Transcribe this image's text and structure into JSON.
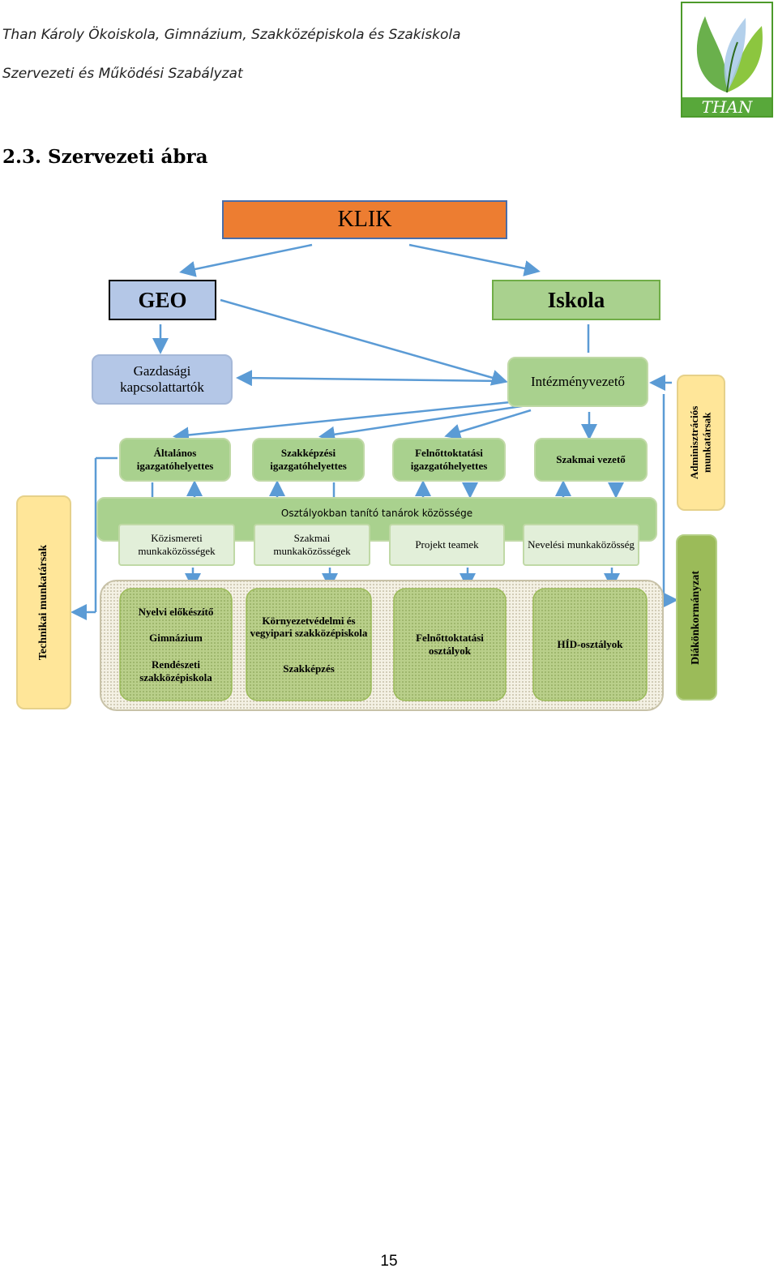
{
  "header": {
    "school_name": "Than Károly Ökoiskola, Gimnázium, Szakközépiskola és Szakiskola",
    "document_name": "Szervezeti és Működési Szabályzat",
    "logo_text": "THAN",
    "logo_icon": "leaf-logo-icon"
  },
  "section": {
    "title": "2.3. Szervezeti ábra"
  },
  "org_chart": {
    "top": "KLIK",
    "geo": "GEO",
    "iskola": "Iskola",
    "gazdasagi": "Gazdasági kapcsolattartók",
    "intezmenyvezeto": "Intézményvezető",
    "adminisztracios": "Adminisztrációs munkatársak",
    "technikai": "Technikai munkatársak",
    "diakonkormanyzat": "Diákönkormányzat",
    "deputies": [
      "Általános igazgatóhelyettes",
      "Szakképzési igazgatóhelyettes",
      "Felnőttoktatási igazgatóhelyettes",
      "Szakmai vezető"
    ],
    "teachers_band": "Osztályokban tanító tanárok közössége",
    "work_groups": [
      "Közismereti munkaközösségek",
      "Szakmai munkaközösségek",
      "Projekt teamek",
      "Nevelési munkaközösség"
    ],
    "class_groups": [
      [
        "Nyelvi előkészítő",
        "Gimnázium",
        "Rendészeti szakközépiskola"
      ],
      [
        "Környezetvédelmi és vegyipari szakközépiskola",
        "Szakképzés"
      ],
      [
        "Felnőttoktatási osztályok"
      ],
      [
        "HÍD-osztályok"
      ]
    ]
  },
  "colors": {
    "klik": "#ed7d31",
    "geo": "#b4c7e7",
    "iskola": "#a9d18e",
    "green_box": "#a9d18e",
    "light_green": "#e2efd9",
    "yellow": "#ffe699",
    "olive": "#9bbb59",
    "arrow": "#5b9bd5"
  },
  "footer": {
    "page_number": "15"
  }
}
